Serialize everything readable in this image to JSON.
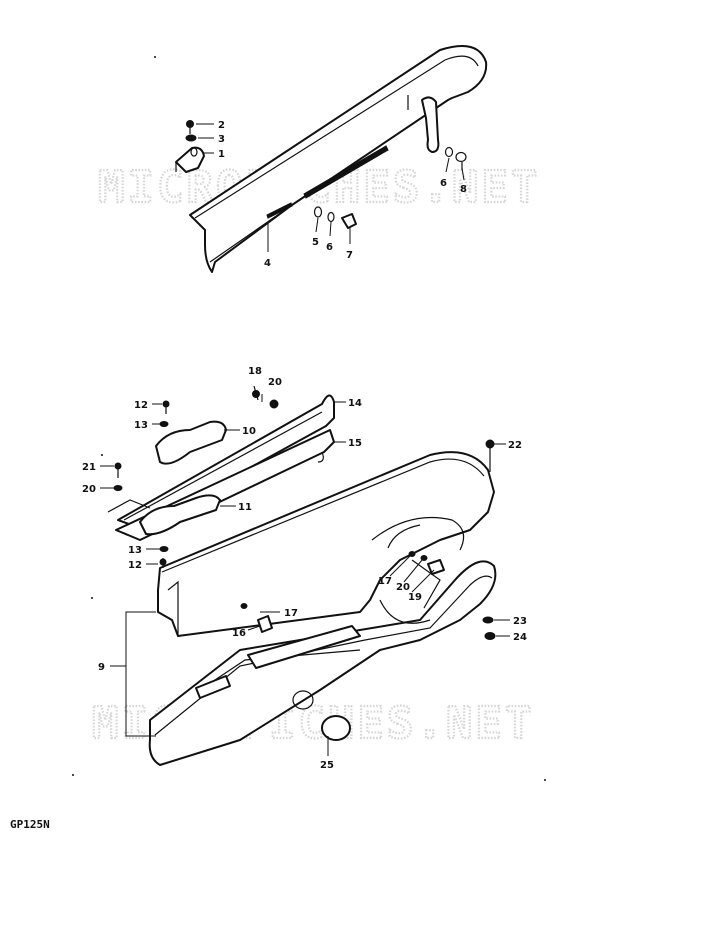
{
  "watermark": "MICROFICHES.NET",
  "model_code": "GP125N",
  "upper_callouts": [
    "2",
    "3",
    "1",
    "6",
    "8",
    "5",
    "6",
    "7",
    "4"
  ],
  "lower_callouts": [
    "18",
    "20",
    "14",
    "12",
    "13",
    "10",
    "15",
    "22",
    "21",
    "20",
    "11",
    "13",
    "12",
    "17",
    "20",
    "19",
    "17",
    "16",
    "9",
    "23",
    "24",
    "25"
  ]
}
